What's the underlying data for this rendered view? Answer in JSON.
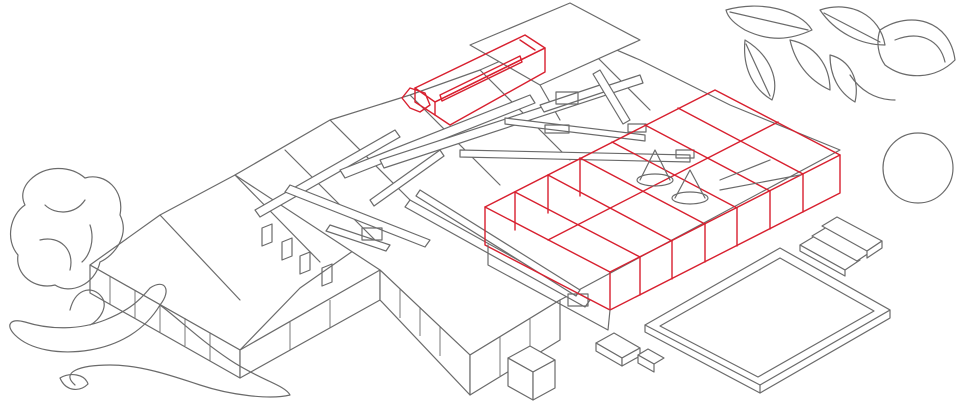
{
  "colors": {
    "line": "#6b6b6b",
    "highlight": "#d8202f",
    "background": "#ffffff"
  },
  "items": [
    {
      "name": "building-complex",
      "highlighted": false
    },
    {
      "name": "rooftop-tank-module",
      "highlighted": true
    },
    {
      "name": "greenhouse-frame",
      "highlighted": true
    },
    {
      "name": "duct-network",
      "highlighted": false
    },
    {
      "name": "pond-basin",
      "highlighted": false
    },
    {
      "name": "loading-crates",
      "highlighted": false
    },
    {
      "name": "leaf-cluster",
      "highlighted": false
    },
    {
      "name": "sphere",
      "highlighted": false
    },
    {
      "name": "twisted-ribbon",
      "highlighted": false
    },
    {
      "name": "crumpled-leaf",
      "highlighted": false
    }
  ]
}
